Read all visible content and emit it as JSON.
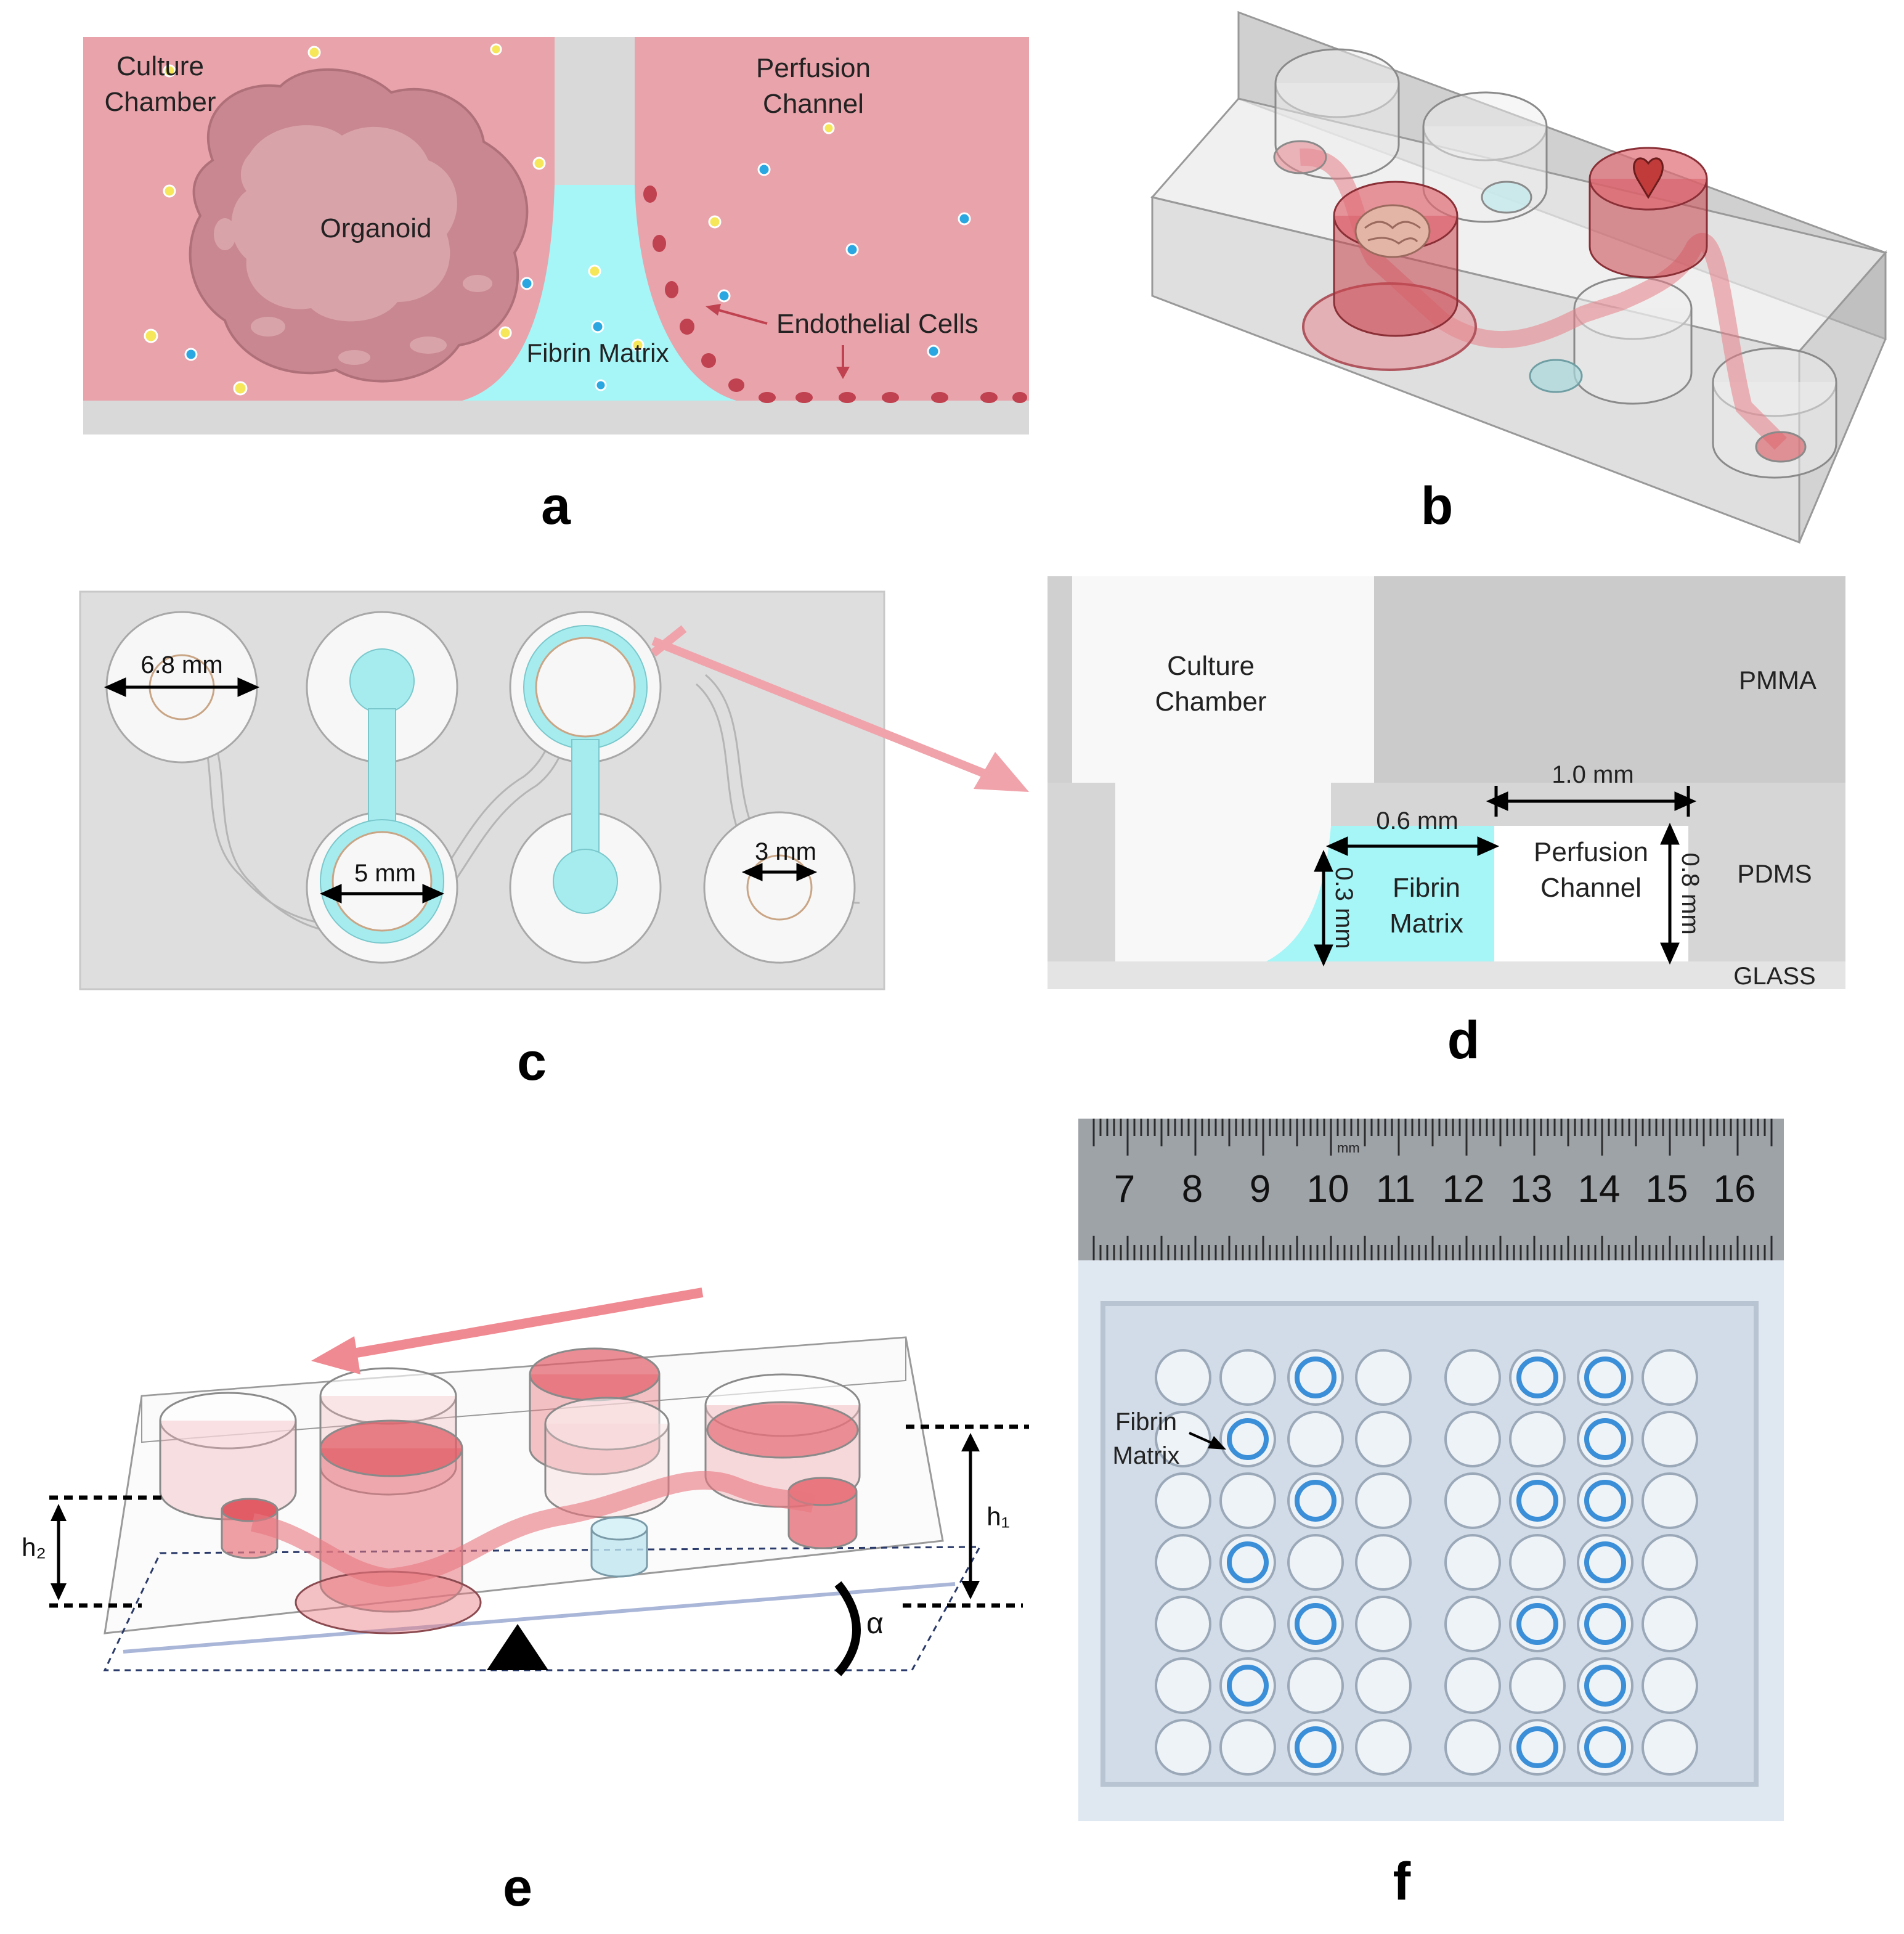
{
  "panels": {
    "a": {
      "letter": "a",
      "culture_chamber": [
        "Culture",
        "Chamber"
      ],
      "perfusion_channel": [
        "Perfusion",
        "Channel"
      ],
      "organoid": "Organoid",
      "fibrin_matrix": "Fibrin Matrix",
      "endothelial_cells": "Endothelial Cells"
    },
    "b": {
      "letter": "b"
    },
    "c": {
      "letter": "c",
      "dim_outer": "6.8 mm",
      "dim_mid": "5 mm",
      "dim_inner": "3 mm"
    },
    "d": {
      "letter": "d",
      "culture_chamber": [
        "Culture",
        "Chamber"
      ],
      "pmma": "PMMA",
      "pdms": "PDMS",
      "glass": "GLASS",
      "fibrin_matrix": [
        "Fibrin",
        "Matrix"
      ],
      "perfusion_channel": [
        "Perfusion",
        "Channel"
      ],
      "dim_perfusion_width": "1.0 mm",
      "dim_fibrin_width": "0.6 mm",
      "dim_fibrin_height": "0.3 mm",
      "dim_channel_height": "0.8 mm"
    },
    "e": {
      "letter": "e",
      "h1": "h₁",
      "h2": "h₂",
      "alpha": "α"
    },
    "f": {
      "letter": "f",
      "ruler_unit": "mm",
      "ruler_numbers": [
        "7",
        "8",
        "9",
        "10",
        "11",
        "12",
        "13",
        "14",
        "15",
        "16"
      ],
      "fibrin_matrix": [
        "Fibrin",
        "Matrix"
      ]
    }
  },
  "colors": {
    "tissue_pink": "#e8a3ab",
    "fibrin_cyan": "#a6f5f7",
    "gray_base": "#d9d9d9",
    "pmma_gray": "#cbcbcb",
    "arrow_pink": "#f0a3ab",
    "endothelial_red": "#c0414f"
  }
}
